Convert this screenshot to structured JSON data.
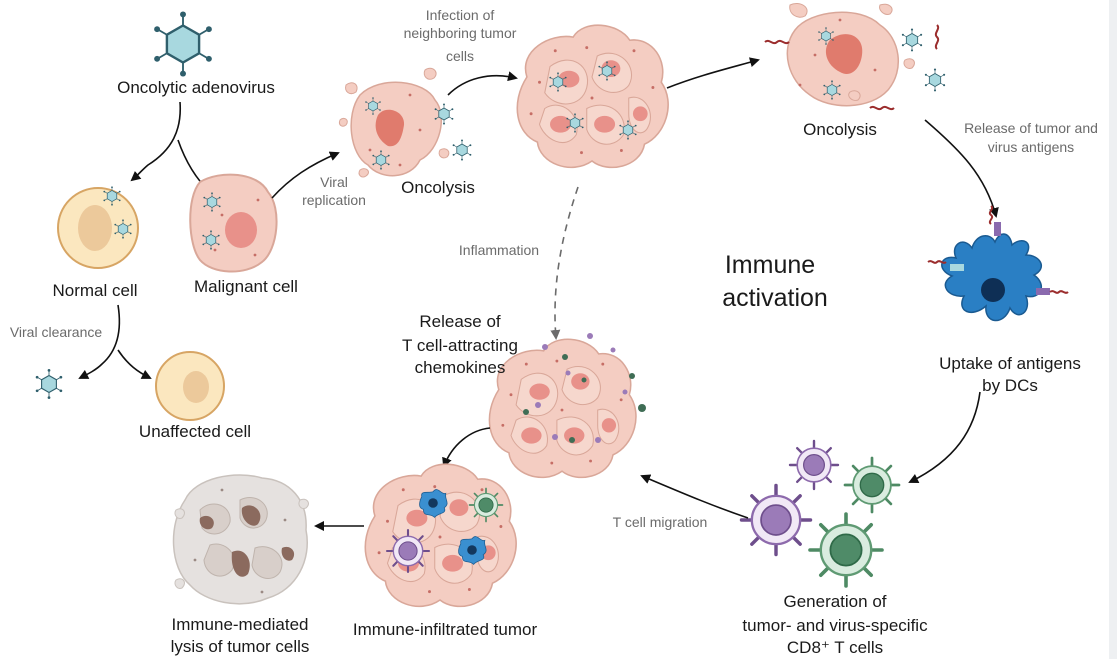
{
  "labels": {
    "virus": "Oncolytic adenovirus",
    "normal_cell": "Normal cell",
    "malignant_cell": "Malignant cell",
    "viral_clearance": "Viral clearance",
    "unaffected_cell": "Unaffected cell",
    "viral_replication_1": "Viral",
    "viral_replication_2": "replication",
    "oncolysis_1": "Oncolysis",
    "infection_1": "Infection of",
    "infection_2": "neighboring tumor",
    "infection_3": "cells",
    "oncolysis_2": "Oncolysis",
    "release_antigens_1": "Release of tumor and",
    "release_antigens_2": "virus antigens",
    "inflammation": "Inflammation",
    "immune_activation_1": "Immune",
    "immune_activation_2": "activation",
    "uptake_1": "Uptake of antigens",
    "uptake_2": "by DCs",
    "chemokines_1": "Release of",
    "chemokines_2": "T cell-attracting",
    "chemokines_3": "chemokines",
    "t_cell_migration": "T cell migration",
    "generation_1": "Generation of",
    "generation_2": "tumor- and virus-specific",
    "generation_3": "CD8⁺ T cells",
    "infiltrated_tumor": "Immune-infiltrated tumor",
    "lysis_1": "Immune-mediated",
    "lysis_2": "lysis of tumor cells"
  },
  "colors": {
    "virus_fill": "#a8d8df",
    "virus_stroke": "#2f5f6c",
    "normal_cell": "#fbe7bf",
    "tumor_cell": "#f4cdc2",
    "nucleus": "#e8918a",
    "dendritic_cell": "#2a7fc4",
    "t_cell_purple": "#9b7bb8",
    "t_cell_green": "#7cb28e"
  }
}
